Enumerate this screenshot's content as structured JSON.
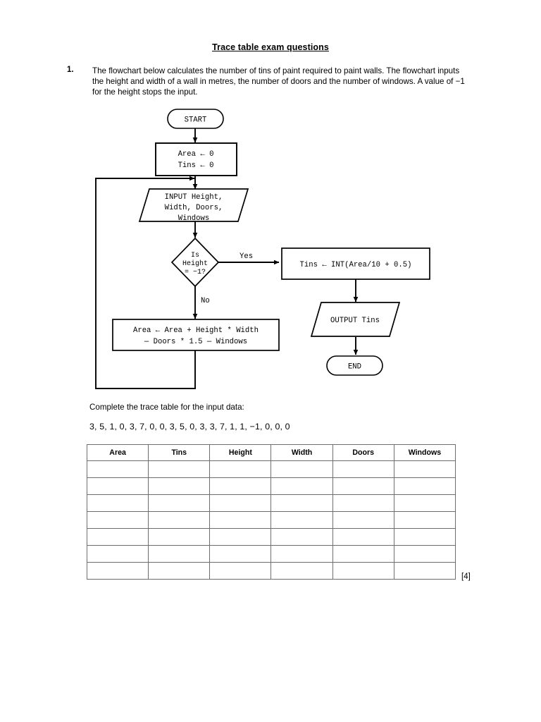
{
  "document": {
    "title": "Trace table exam questions",
    "question_number": "1.",
    "question_text": "The flowchart below calculates the number of tins of paint required to paint walls. The flowchart inputs the height and width of a wall in metres, the number of doors and the number of windows. A value of −1 for the height stops the input.",
    "instruction": "Complete the trace table for the input data:",
    "input_data": "3, 5, 1, 0, 3, 7, 0, 0, 3, 5, 0, 3, 3, 7, 1, 1, −1, 0, 0, 0",
    "marks": "[4]"
  },
  "flowchart": {
    "start": "START",
    "init_line1": "Area ← 0",
    "init_line2": "Tins ← 0",
    "input_line1": "INPUT Height,",
    "input_line2": "Width, Doors,",
    "input_line3": "Windows",
    "decision_line1": "Is",
    "decision_line2": "Height",
    "decision_line3": "= −1?",
    "branch_yes": "Yes",
    "branch_no": "No",
    "tins_calc": "Tins ← INT(Area/10 + 0.5)",
    "output": "OUTPUT Tins",
    "end": "END",
    "area_calc_line1": "Area ← Area + Height * Width",
    "area_calc_line2": "— Doors * 1.5 — Windows"
  },
  "trace_table": {
    "columns": [
      "Area",
      "Tins",
      "Height",
      "Width",
      "Doors",
      "Windows"
    ],
    "rows": [
      [
        "",
        "",
        "",
        "",
        "",
        ""
      ],
      [
        "",
        "",
        "",
        "",
        "",
        ""
      ],
      [
        "",
        "",
        "",
        "",
        "",
        ""
      ],
      [
        "",
        "",
        "",
        "",
        "",
        ""
      ],
      [
        "",
        "",
        "",
        "",
        "",
        ""
      ],
      [
        "",
        "",
        "",
        "",
        "",
        ""
      ],
      [
        "",
        "",
        "",
        "",
        "",
        ""
      ]
    ]
  },
  "colors": {
    "ink": "#000000",
    "paper": "#ffffff",
    "table_border": "#6e6e6e"
  }
}
